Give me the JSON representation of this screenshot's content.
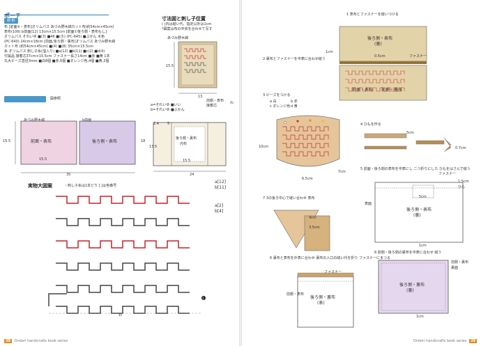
{
  "left": {
    "header": "ポーチ",
    "materials_tag": "材 料",
    "materials": [
      "布 [前面④・表布]オリムパス あづみ野木綿カット布(約54cm×45cm)",
      "表布(106) b前面(12) 13cm×15.5cm [前面①後ろ側・表布もし]",
      "オリムパス それいゆ ■(3) ■46 ■(ホ) (PC-645) ■ぶかん 木色",
      "(PC-640) 24cm×18cm [前面,後ろ側・裏布]オリムパス あづみ野木綿",
      "カット布 (約54cm×45cm) ■(4) ■(8) 35cm×15.5cm",
      "糸 オリムパス 刺し子糸(溜入り) ■a(12) ■b(11) ■c(2) ■d(4)",
      "付属品 接着芯37cm×15.5cm ファスナー長さ14cm ■赤 ■黄 1本",
      "丸大ビーズ直径3mm ■白8個 ■赤,6個 ■オレンジ色,4個 ■黄,2個"
    ],
    "finished_bar": "でき上がり寸法",
    "finished_note": "図参照",
    "size_title": "寸法図と刺し子位置",
    "size_notes": [
      "( )内は縫い代、指定以外は1cm",
      "*図案は布の中央を合わせて写す"
    ],
    "fabric_label": "あづみ野木綿",
    "size_labels": {
      "h1": "15.5",
      "w1": "13",
      "h2": "18",
      "w2": "24",
      "w3": "35",
      "h3": "15.5",
      "bottom": "15.5"
    },
    "diagram_labels": {
      "front_outer": "前面・表布",
      "back_outer": "後ろ側・表布",
      "fabric_a": "あづみ野木綿",
      "fabric_b": "b前面",
      "inner": "後ろ側・裏布",
      "inner_b": "内布",
      "legend1": "a=それいゆ ■いい",
      "legend2": "b=それいゆ ■ぶかん",
      "front_label": "前側・表布",
      "front_mark": "接着芯",
      "fold": "わ",
      "depth": "1.5",
      "d1": "2.4",
      "d2": "5",
      "d3": "13.5",
      "d4": "13.5",
      "d5": "15.5"
    },
    "pattern_title": "実物大図案",
    "pattern_note": "・刺し子糸は1本どり [ ]は色番号",
    "pattern_labels": [
      "a[12]",
      "b[11]",
      "a[2]",
      "b[4]"
    ],
    "pattern_mark": "わ",
    "start_mark": "1",
    "page_no": "38",
    "series": "Ondori handicrafts book series"
  },
  "right": {
    "steps": [
      "1 表布とファスナーを縫いつける",
      "2 裏布とファスナーを中表に合わせ縫う",
      "3 ビーズをつける",
      "4 ひもを作る",
      "5 前面・後ろ側の表布を中表にし 二つ折りにした ひもをはさんで縫う",
      "6 裏布と表布を外表に合わせ 裏布の入口の縫い代を折り ファスナーにまつる",
      "7 3の後ろ中心で縫い合わせ 表布",
      "8 前側・後ろ側の裏布を中表に合わせ 縫う"
    ],
    "labels": {
      "zipper": "ファスナー",
      "outer_front": "後ろ側・表布",
      "outer_back": "前側・表布",
      "back_inner": "後ろ側・裏布",
      "front_inner": "前側・裏布",
      "ura": "(裏)",
      "omote": "(表)",
      "cm1": "1cm",
      "cm05": "0.5cm",
      "cm7": "7cm",
      "cm65": "6.5cm",
      "cm10": "10cm",
      "cm5": "5cm",
      "cm15": "1.5cm",
      "cm35": "3.5cm",
      "cm4": "4cm",
      "cm07": "0.7cm",
      "bead_a": "a 白",
      "bead_b": "b 赤",
      "bead_c": "c オレンジ色",
      "bead_d": "d 黄",
      "himo": "ひも",
      "face": "表面",
      "back_face": "裏面"
    },
    "page_no": "39",
    "series": "Ondori handicrafts book series"
  }
}
